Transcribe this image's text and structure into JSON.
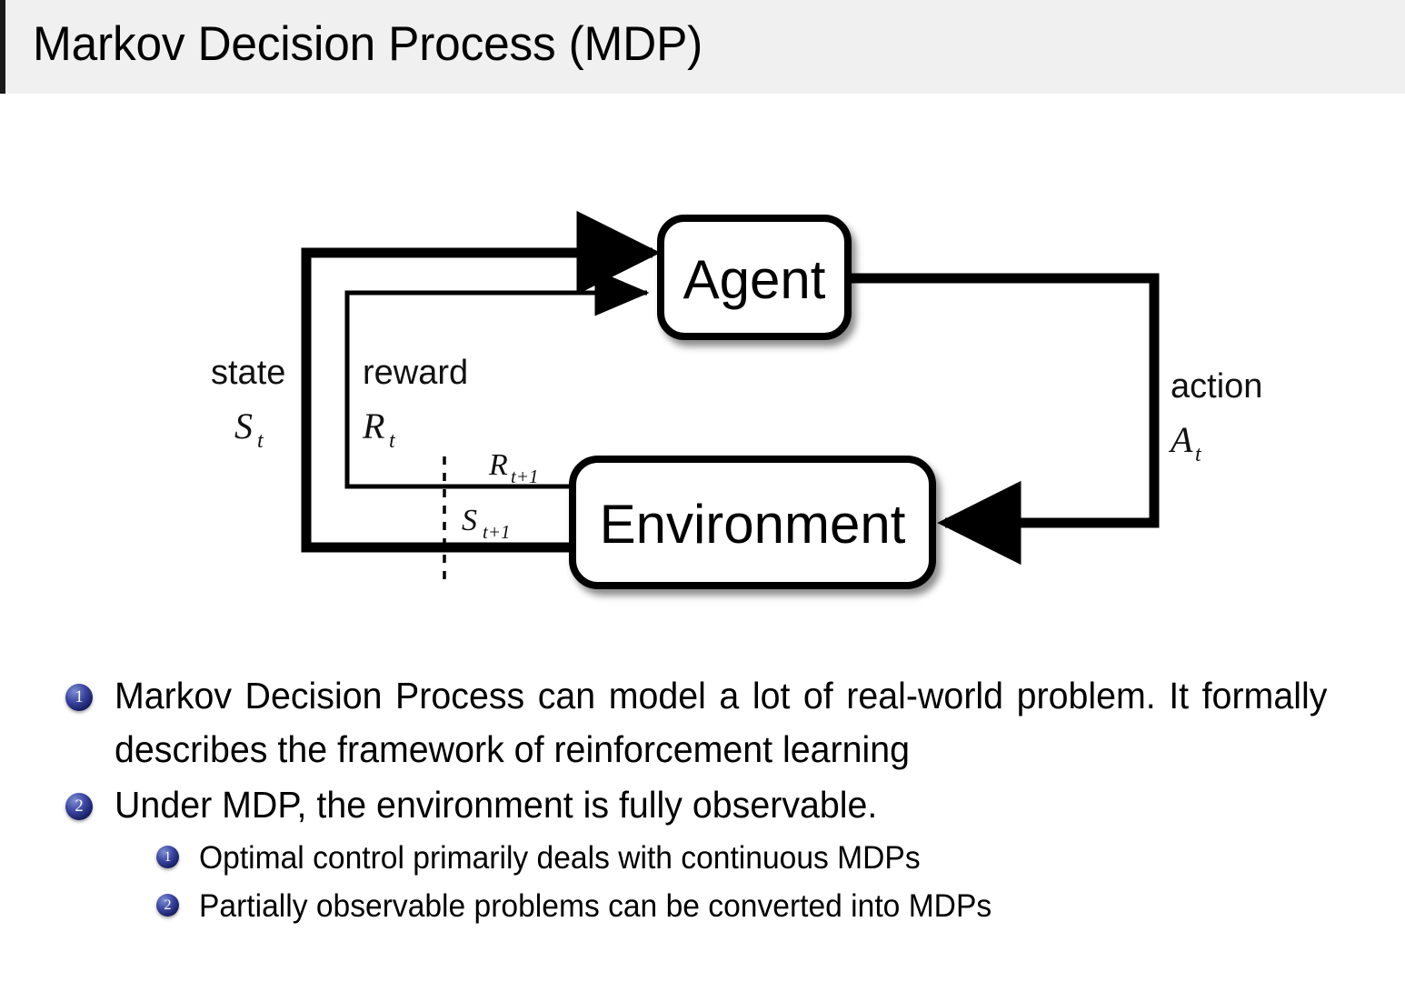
{
  "header": {
    "title": "Markov Decision Process (MDP)",
    "background_color": "#f0f0f0",
    "rule_color": "#1a1a1a"
  },
  "diagram": {
    "name": "agent-environment-interaction-loop",
    "nodes": [
      {
        "id": "agent",
        "label": "Agent"
      },
      {
        "id": "environment",
        "label": "Environment"
      }
    ],
    "edge_labels": {
      "state_word": "state",
      "state_symbol": "S",
      "state_symbol_sub": "t",
      "reward_word": "reward",
      "reward_symbol": "R",
      "reward_symbol_sub": "t",
      "action_word": "action",
      "action_symbol": "A",
      "action_symbol_sub": "t",
      "next_reward_symbol": "R",
      "next_reward_sub": "t+1",
      "next_state_symbol": "S",
      "next_state_sub": "t+1"
    },
    "stroke_color": "#000000",
    "fill_color": "#ffffff"
  },
  "bullets": [
    {
      "level": 1,
      "number": "1",
      "text": "Markov Decision Process can model a lot of real-world problem. It formally describes the framework of reinforcement learning"
    },
    {
      "level": 1,
      "number": "2",
      "text": "Under MDP, the environment is fully observable."
    },
    {
      "level": 2,
      "number": "1",
      "text": "Optimal control primarily deals with continuous MDPs"
    },
    {
      "level": 2,
      "number": "2",
      "text": "Partially observable problems can be converted into MDPs"
    }
  ],
  "colors": {
    "bullet_badge_dark": "#171f63",
    "bullet_badge_light": "#7d8fd4",
    "page_background": "#ffffff",
    "text": "#000000"
  }
}
